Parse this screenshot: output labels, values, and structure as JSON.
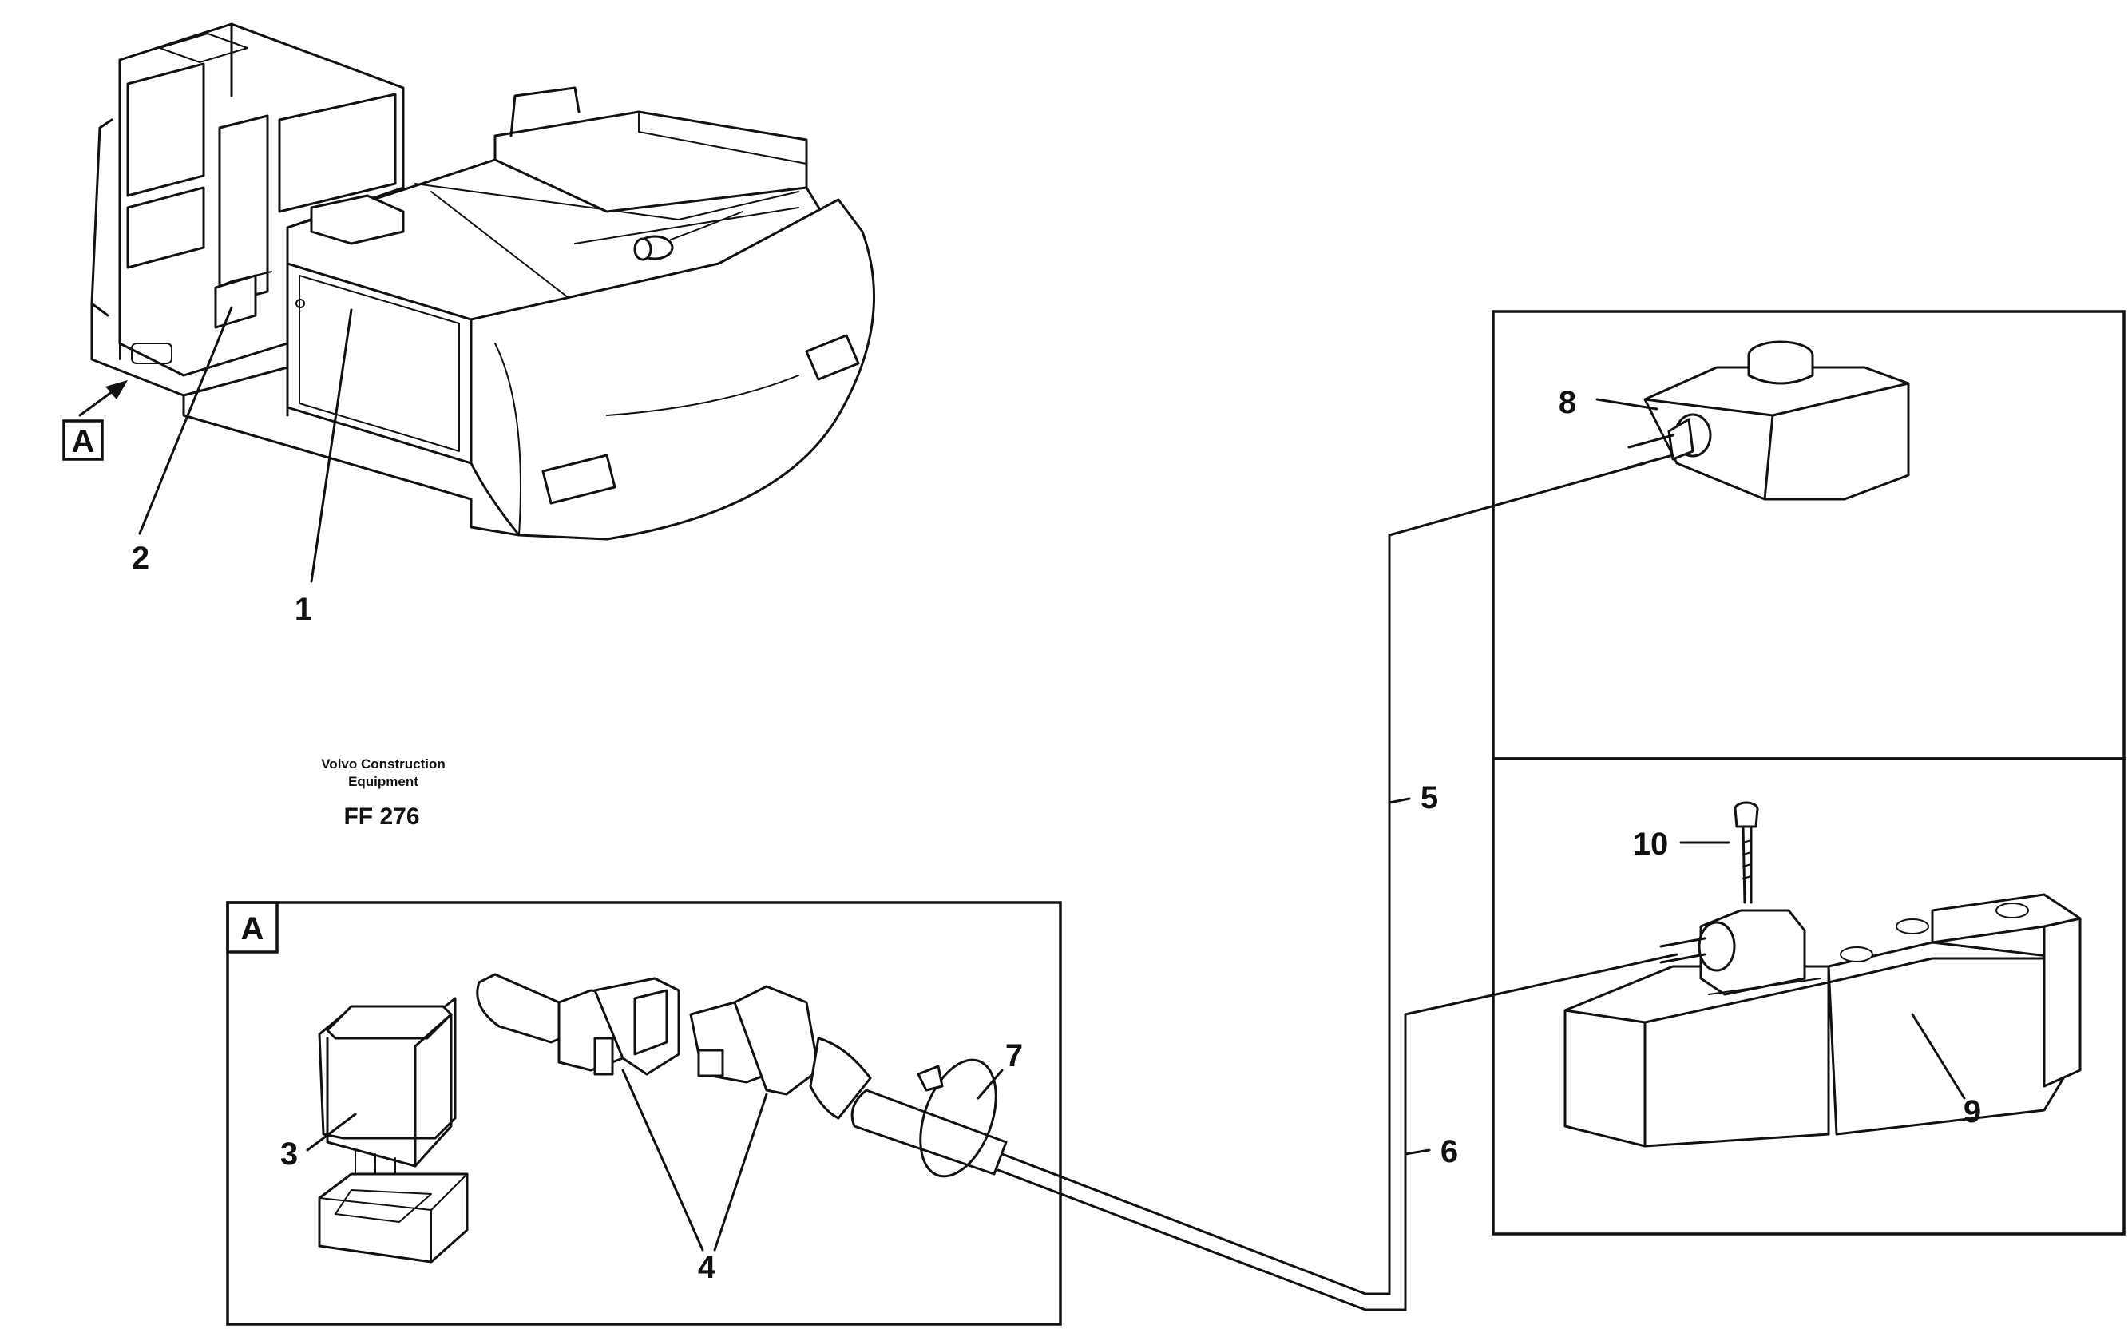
{
  "callouts": {
    "c1": "1",
    "c2": "2",
    "c3": "3",
    "c4": "4",
    "c5": "5",
    "c6": "6",
    "c7": "7",
    "c8": "8",
    "c9": "9",
    "c10": "10"
  },
  "view_marker": "A",
  "detail_label": "A",
  "brand": {
    "line1": "Volvo Construction",
    "line2": "Equipment"
  },
  "drawing_code": "FF 276"
}
